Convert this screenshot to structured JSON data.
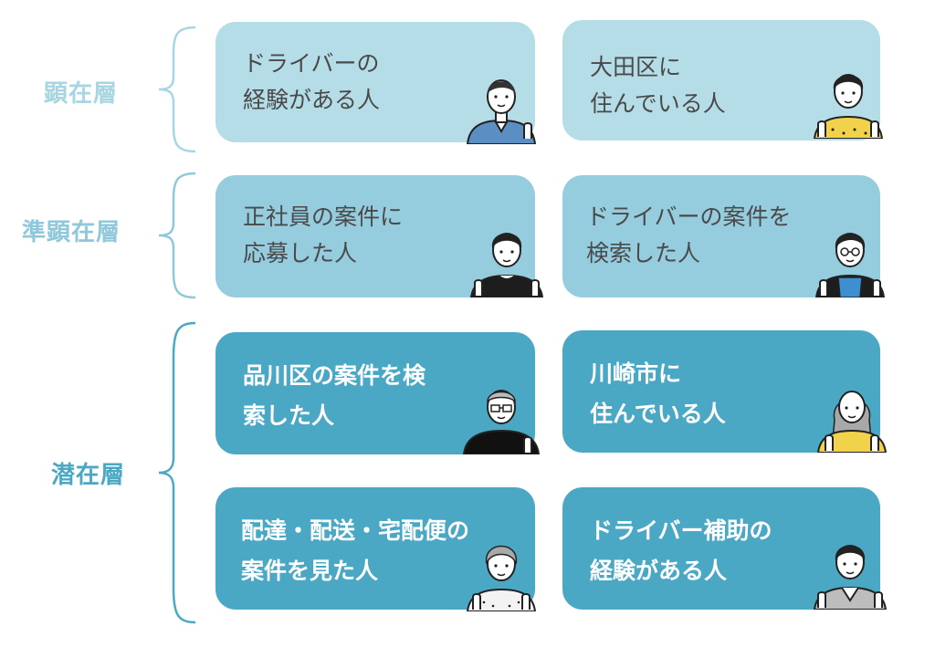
{
  "layers": [
    {
      "label": "顕在層",
      "color": "#a8d5e2"
    },
    {
      "label": "準顕在層",
      "color": "#8fc8da"
    },
    {
      "label": "潜在層",
      "color": "#4aa8c4"
    }
  ],
  "cards": [
    {
      "lines": [
        "ドライバーの",
        "経験がある人"
      ],
      "bg": "#b5dde8",
      "person": "man-blue-shirt"
    },
    {
      "lines": [
        "大田区に",
        "住んでいる人"
      ],
      "bg": "#b5dde8",
      "person": "man-yellow-dotted"
    },
    {
      "lines": [
        "正社員の案件に",
        "応募した人"
      ],
      "bg": "#95cddf",
      "person": "man-black-shirt"
    },
    {
      "lines": [
        "ドライバーの案件を",
        "検索した人"
      ],
      "bg": "#95cddf",
      "person": "woman-glasses-blue"
    },
    {
      "lines": [
        "品川区の案件を検",
        "索した人"
      ],
      "bg": "#4aa8c4",
      "person": "senior-man-glasses"
    },
    {
      "lines": [
        "川崎市に",
        "住んでいる人"
      ],
      "bg": "#4aa8c4",
      "person": "woman-long-hair"
    },
    {
      "lines": [
        "配達・配送・宅配便の",
        "案件を見た人"
      ],
      "bg": "#4aa8c4",
      "person": "senior-woman"
    },
    {
      "lines": [
        "ドライバー補助の",
        "経験がある人"
      ],
      "bg": "#4aa8c4",
      "person": "young-man-vest"
    }
  ]
}
